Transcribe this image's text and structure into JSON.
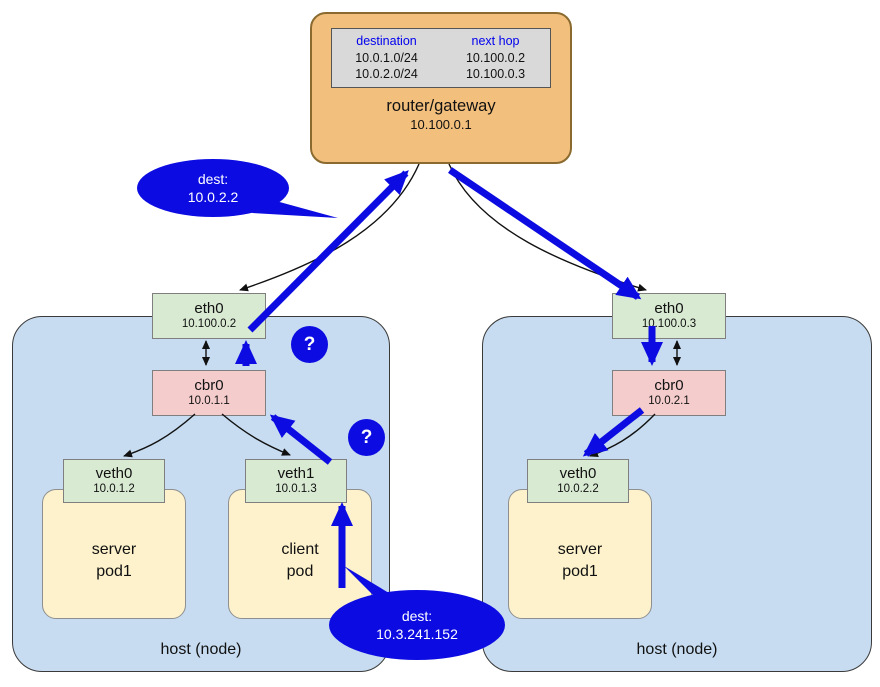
{
  "router": {
    "title": "router/gateway",
    "ip": "10.100.0.1",
    "table": {
      "headers": [
        "destination",
        "next hop"
      ],
      "rows": [
        [
          "10.0.1.0/24",
          "10.100.0.2"
        ],
        [
          "10.0.2.0/24",
          "10.100.0.3"
        ]
      ]
    }
  },
  "left_host": {
    "label": "host (node)",
    "eth0": {
      "name": "eth0",
      "ip": "10.100.0.2"
    },
    "cbr0": {
      "name": "cbr0",
      "ip": "10.0.1.1"
    },
    "veth0": {
      "name": "veth0",
      "ip": "10.0.1.2"
    },
    "veth1": {
      "name": "veth1",
      "ip": "10.0.1.3"
    },
    "pod1": {
      "line1": "server",
      "line2": "pod1"
    },
    "pod2": {
      "line1": "client",
      "line2": "pod"
    }
  },
  "right_host": {
    "label": "host (node)",
    "eth0": {
      "name": "eth0",
      "ip": "10.100.0.3"
    },
    "cbr0": {
      "name": "cbr0",
      "ip": "10.0.2.1"
    },
    "veth0": {
      "name": "veth0",
      "ip": "10.0.2.2"
    },
    "pod1": {
      "line1": "server",
      "line2": "pod1"
    }
  },
  "annotations": {
    "dest_top": {
      "line1": "dest:",
      "line2": "10.0.2.2"
    },
    "dest_bottom": {
      "line1": "dest:",
      "line2": "10.3.241.152"
    },
    "question_mark": "?"
  },
  "colors": {
    "flow_arrow_blue": "#0c0ce2",
    "router_fill": "#f3bf7d",
    "host_fill": "#c7dcf0",
    "nic_fill": "#d9ead3",
    "bridge_fill": "#f4cccc",
    "pod_fill": "#fdf2cc",
    "table_fill": "#d9d9d9",
    "table_header_text": "#0000ee"
  }
}
